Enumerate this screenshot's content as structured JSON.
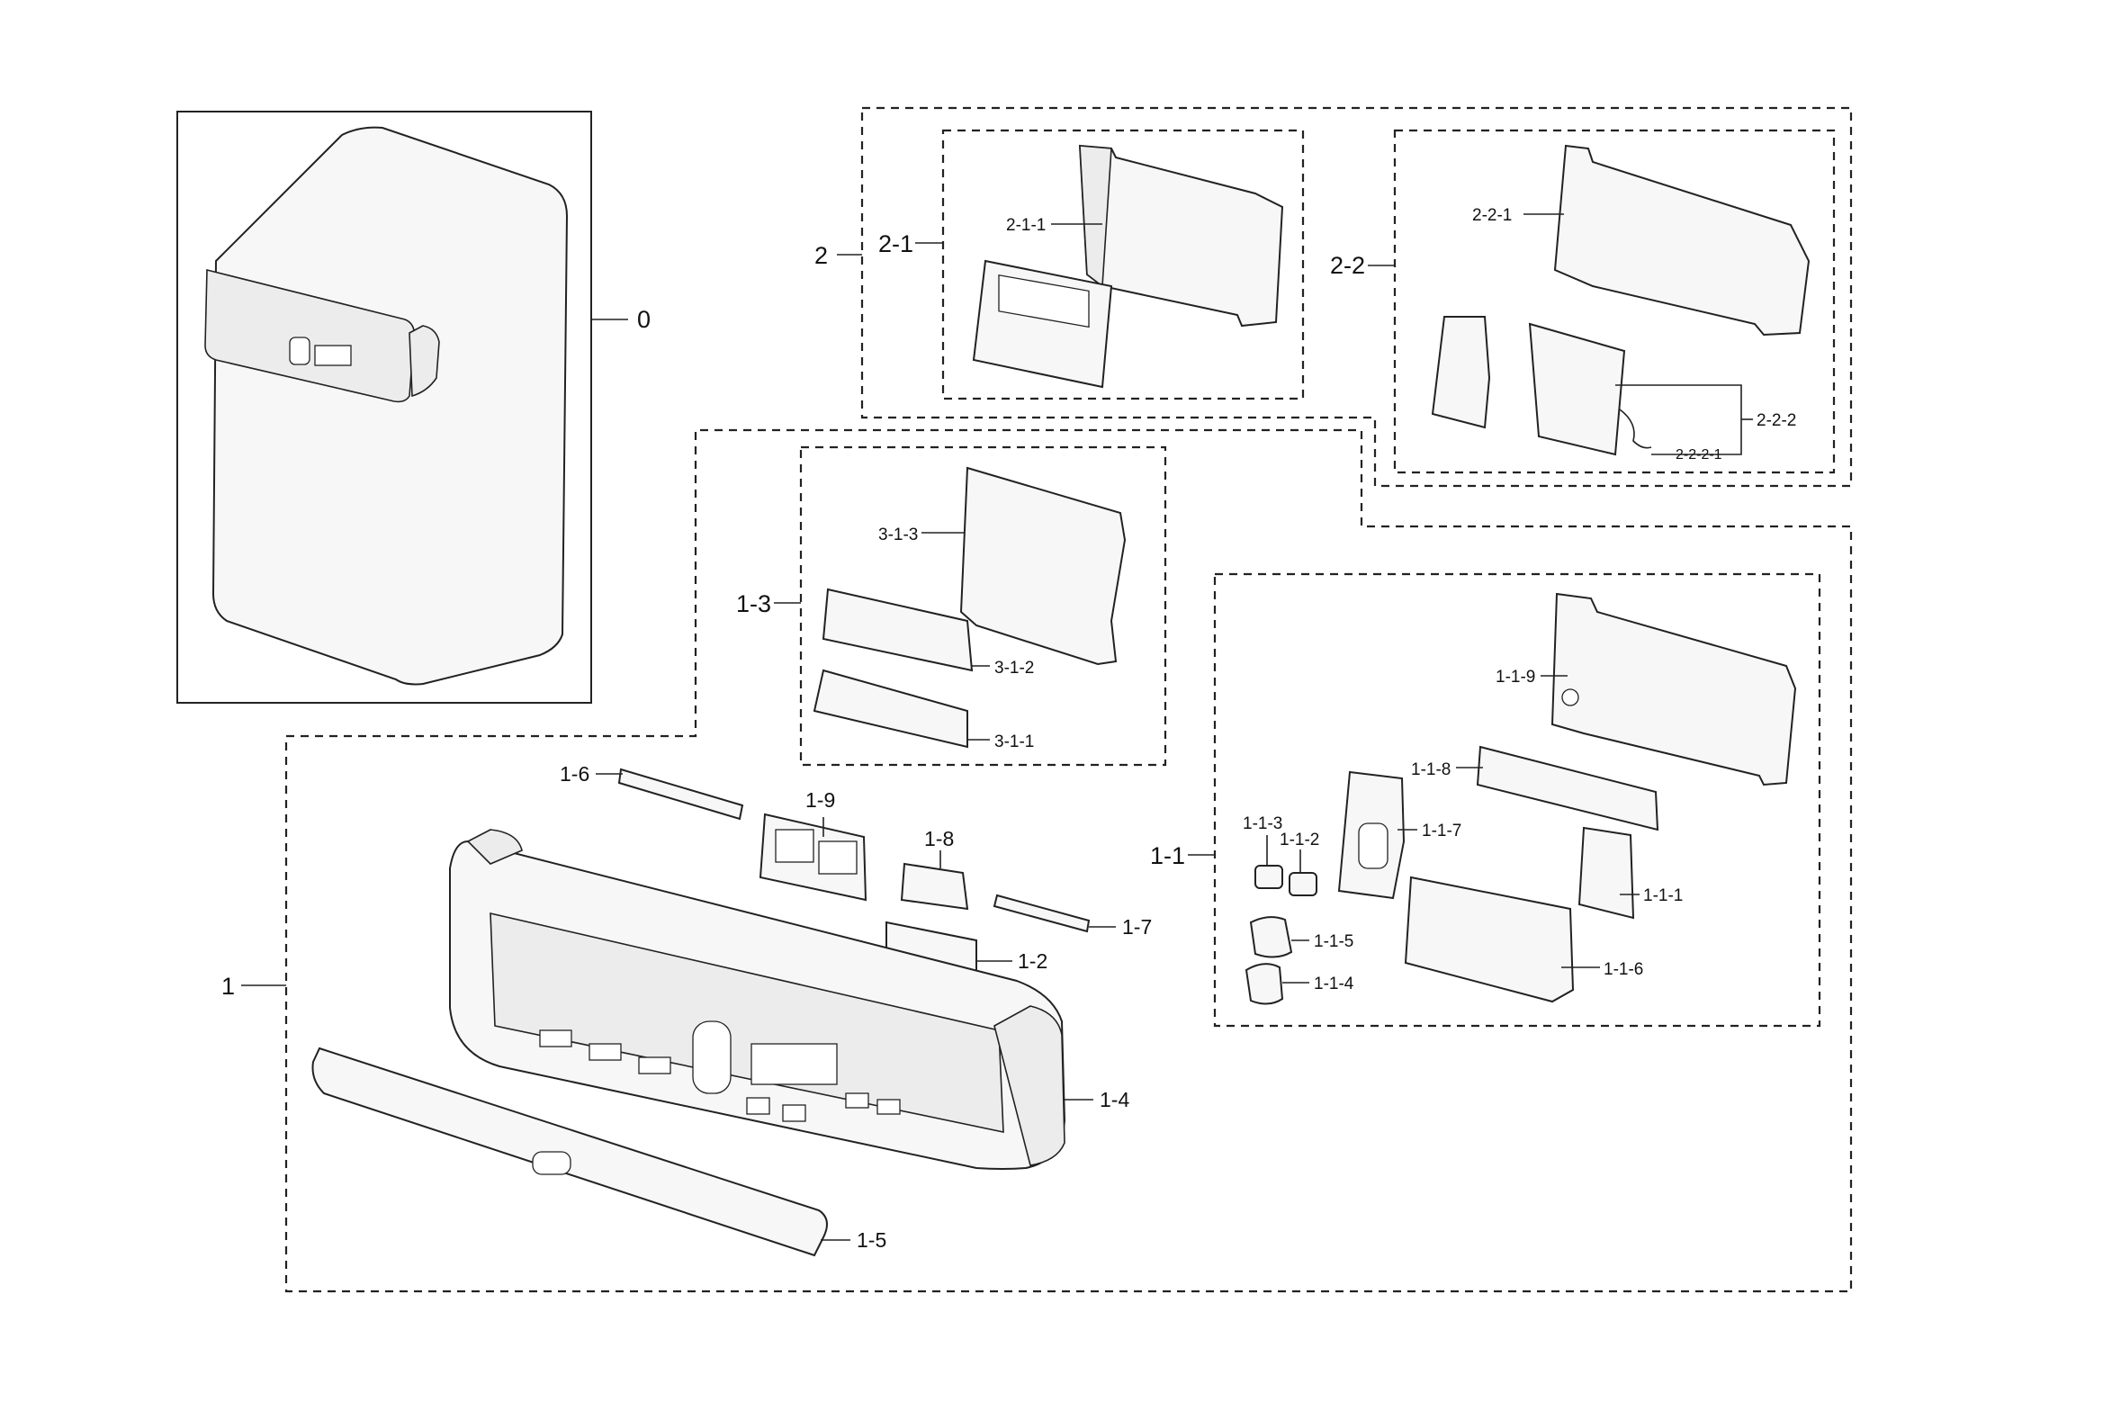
{
  "labels": {
    "l0": "0",
    "l1": "1",
    "l1_1": "1-1",
    "l1_1_1": "1-1-1",
    "l1_1_2": "1-1-2",
    "l1_1_3": "1-1-3",
    "l1_1_4": "1-1-4",
    "l1_1_5": "1-1-5",
    "l1_1_6": "1-1-6",
    "l1_1_7": "1-1-7",
    "l1_1_8": "1-1-8",
    "l1_1_9": "1-1-9",
    "l1_2": "1-2",
    "l1_3": "1-3",
    "l1_4": "1-4",
    "l1_5": "1-5",
    "l1_6": "1-6",
    "l1_7": "1-7",
    "l1_8": "1-8",
    "l1_9": "1-9",
    "l2": "2",
    "l2_1": "2-1",
    "l2_1_1": "2-1-1",
    "l2_2": "2-2",
    "l2_2_1": "2-2-1",
    "l2_2_2": "2-2-2",
    "l2_2_2_1": "2-2-2-1",
    "l3_1_1": "3-1-1",
    "l3_1_2": "3-1-2",
    "l3_1_3": "3-1-3"
  }
}
